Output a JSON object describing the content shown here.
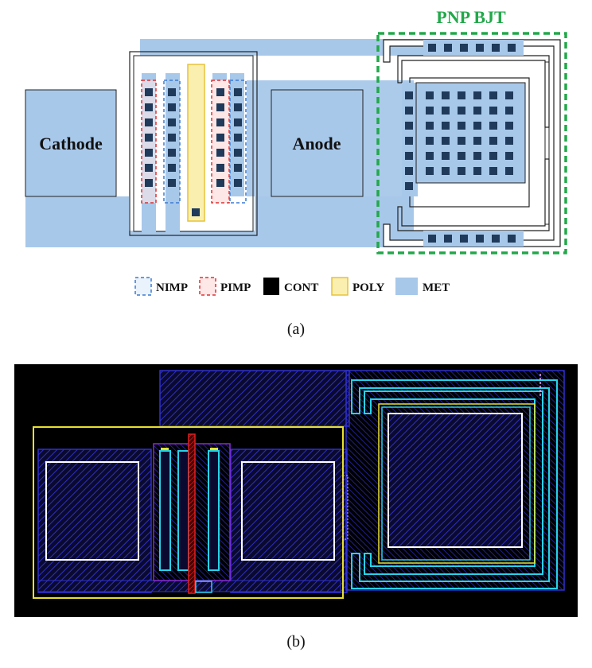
{
  "figure_a": {
    "caption": "(a)",
    "labels": {
      "cathode": "Cathode",
      "anode": "Anode",
      "pnp": "PNP BJT"
    },
    "legend": [
      {
        "label": "NIMP",
        "style": "dashed",
        "stroke": "#3a7bd5",
        "fill": "#eaf2fb"
      },
      {
        "label": "PIMP",
        "style": "dashed",
        "stroke": "#e03030",
        "fill": "#fde7e7"
      },
      {
        "label": "CONT",
        "style": "solid",
        "stroke": "#000000",
        "fill": "#000000"
      },
      {
        "label": "POLY",
        "style": "solid",
        "stroke": "#e6c23a",
        "fill": "#fbefb0"
      },
      {
        "label": "MET",
        "style": "solid",
        "stroke": "#a8c8ea",
        "fill": "#a8c8ea"
      }
    ]
  },
  "figure_b": {
    "caption": "(b)"
  },
  "colors": {
    "metal": "#a8c8ea",
    "contact": "#1f3a5a",
    "pnp_border": "#22a84a",
    "layout_bg": "#000000",
    "layout_blue": "#2b2bd8",
    "layout_cyan": "#27d3e8",
    "layout_yellow": "#e8e030",
    "layout_red": "#e02020"
  }
}
